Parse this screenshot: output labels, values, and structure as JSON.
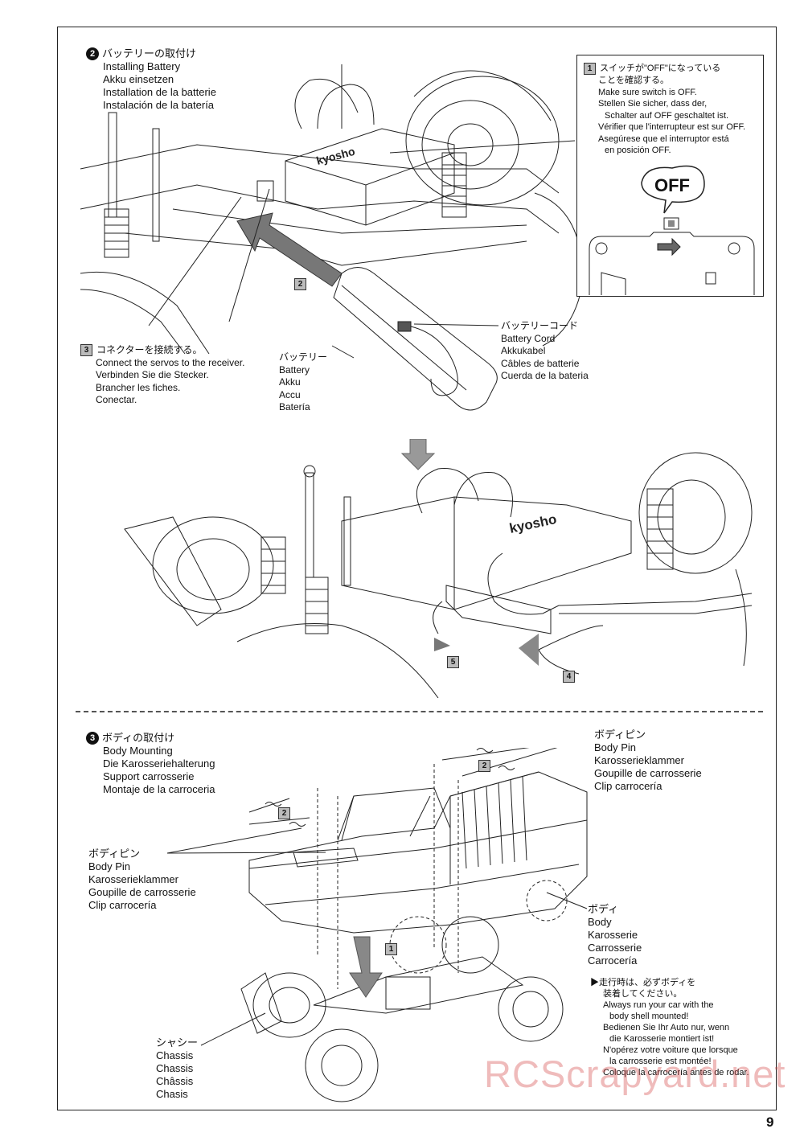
{
  "page_number": "9",
  "watermark": "RCScrapyard.net",
  "step2": {
    "number": "2",
    "title_lines": [
      "バッテリーの取付け",
      "Installing Battery",
      "Akku einsetzen",
      "Installation de la batterie",
      "Instalación de la batería"
    ]
  },
  "inset1": {
    "number": "1",
    "lines": [
      "スイッチが\"OFF\"になっている",
      "ことを確認する。",
      "Make sure switch is OFF.",
      "Stellen Sie sicher, dass der,",
      "Schalter auf OFF geschaltet ist.",
      "Vérifier que l'interrupteur est sur OFF.",
      "Asegúrese que el interruptor está",
      "en posición OFF."
    ],
    "switch_label": "OFF"
  },
  "callout2": "2",
  "callout3": {
    "number": "3",
    "lines": [
      "コネクターを接続する。",
      "Connect the servos to the receiver.",
      "Verbinden Sie die Stecker.",
      "Brancher les fiches.",
      "Conectar."
    ]
  },
  "battery_label": [
    "バッテリー",
    "Battery",
    "Akku",
    "Accu",
    "Batería"
  ],
  "battery_cord_label": [
    "バッテリーコード",
    "Battery Cord",
    "Akkukabel",
    "Câbles de batterie",
    "Cuerda de la bateria"
  ],
  "callout4": "4",
  "callout5": "5",
  "step3": {
    "number": "3",
    "title_lines": [
      "ボディの取付け",
      "Body Mounting",
      "Die Karosseriehalterung",
      "Support carrosserie",
      "Montaje de la carroceria"
    ]
  },
  "body_pin_right": [
    "ボディピン",
    "Body Pin",
    "Karosserieklammer",
    "Goupille de carrosserie",
    "Clip carrocería"
  ],
  "body_pin_left": [
    "ボディピン",
    "Body Pin",
    "Karosserieklammer",
    "Goupille de carrosserie",
    "Clip carrocería"
  ],
  "body_label": [
    "ボディ",
    "Body",
    "Karosserie",
    "Carrosserie",
    "Carrocería"
  ],
  "chassis_label": [
    "シャシー",
    "Chassis",
    "Chassis",
    "Châssis",
    "Chasis"
  ],
  "note": [
    "走行時は、必ずボディを",
    "装着してください。",
    "Always run your car with the",
    "body shell mounted!",
    "Bedienen Sie Ihr Auto nur, wenn",
    "die Karosserie montiert ist!",
    "N'opérez votre voiture que lorsque",
    "la carrosserie est montée!",
    "Coloque la carrocería antes de rodar."
  ],
  "pin_callout_left": "2",
  "pin_callout_right": "2",
  "body_callout": "1",
  "brand_text": "kyosho"
}
